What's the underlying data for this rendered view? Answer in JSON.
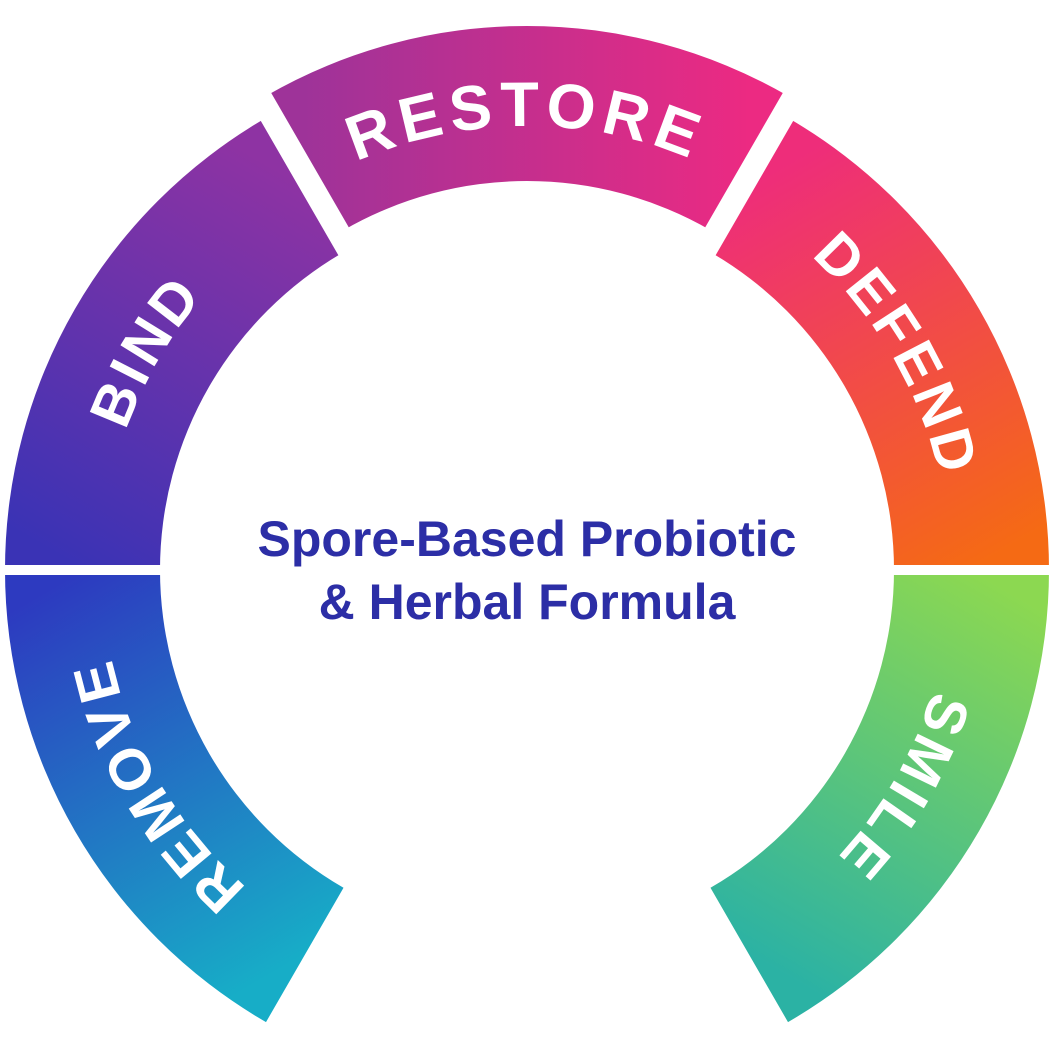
{
  "title": {
    "line1": "Spore-Based Probiotic",
    "line2": "& Herbal Formula",
    "color": "#2c2ea6"
  },
  "label_text_color": "#ffffff",
  "background_color": "#ffffff",
  "segments": [
    {
      "id": "bind",
      "label": "BIND",
      "color_start": "#3a33b5",
      "color_end": "#8e33a3",
      "position": "upper-left"
    },
    {
      "id": "restore",
      "label": "RESTORE",
      "color_start": "#9e3399",
      "color_end": "#ec2a82",
      "position": "top",
      "exploded": true
    },
    {
      "id": "defend",
      "label": "DEFEND",
      "color_start": "#ee2d7a",
      "color_end": "#f56a14",
      "position": "right"
    },
    {
      "id": "smile",
      "label": "SMILE",
      "color_start": "#8cd851",
      "color_end": "#2bb2a4",
      "position": "lower-right"
    },
    {
      "id": "remove",
      "label": "REMOVE",
      "color_start": "#2d3ac0",
      "color_end": "#17adc7",
      "position": "lower-left"
    }
  ]
}
